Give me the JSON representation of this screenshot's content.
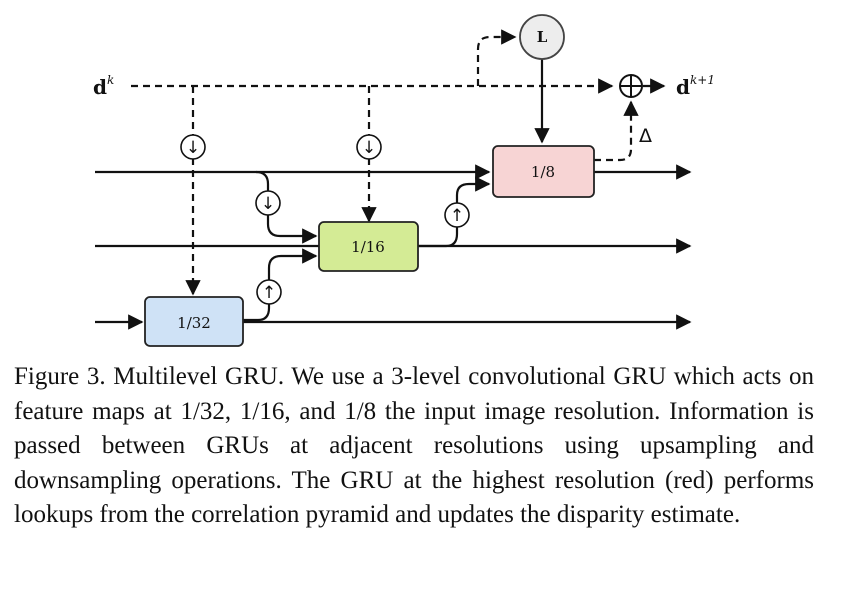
{
  "diagram": {
    "input_label": {
      "base": "d",
      "sup": "k"
    },
    "output_label": {
      "base": "d",
      "sup": "k+1"
    },
    "lookup_label": "L",
    "delta_label": "Δ",
    "add_symbol": "+",
    "down_symbol": "↓",
    "up_symbol": "↑",
    "gru_boxes": [
      {
        "label": "1/8",
        "fill": "#f7d4d4"
      },
      {
        "label": "1/16",
        "fill": "#d4eb95"
      },
      {
        "label": "1/32",
        "fill": "#cfe2f6"
      }
    ]
  },
  "caption": {
    "text": "Figure 3. Multilevel GRU. We use a 3-level convolutional GRU which acts on feature maps at 1/32, 1/16, and 1/8 the input image resolution. Information is passed between GRUs at adjacent resolutions using upsampling and downsampling operations. The GRU at the highest resolution (red) performs lookups from the correlation pyramid and updates the disparity estimate."
  }
}
